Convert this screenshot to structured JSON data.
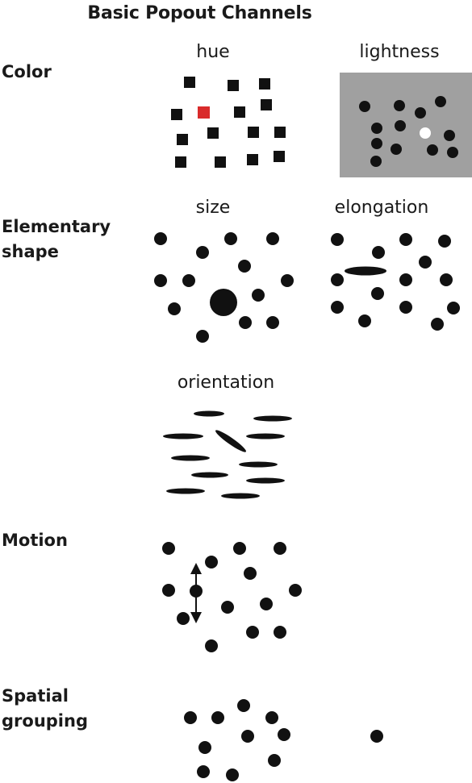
{
  "title": "Basic Popout Channels",
  "rows": {
    "color": "Color",
    "elementary_shape": "Elementary\nshape",
    "motion": "Motion",
    "spatial_grouping": "Spatial\ngrouping"
  },
  "panels": {
    "hue": "hue",
    "lightness": "lightness",
    "size": "size",
    "elongation": "elongation",
    "orientation": "orientation"
  },
  "colors": {
    "mark": "#111111",
    "hue_target": "#d92b2b",
    "lightness_background": "#a0a0a0",
    "lightness_target": "#ffffff"
  }
}
